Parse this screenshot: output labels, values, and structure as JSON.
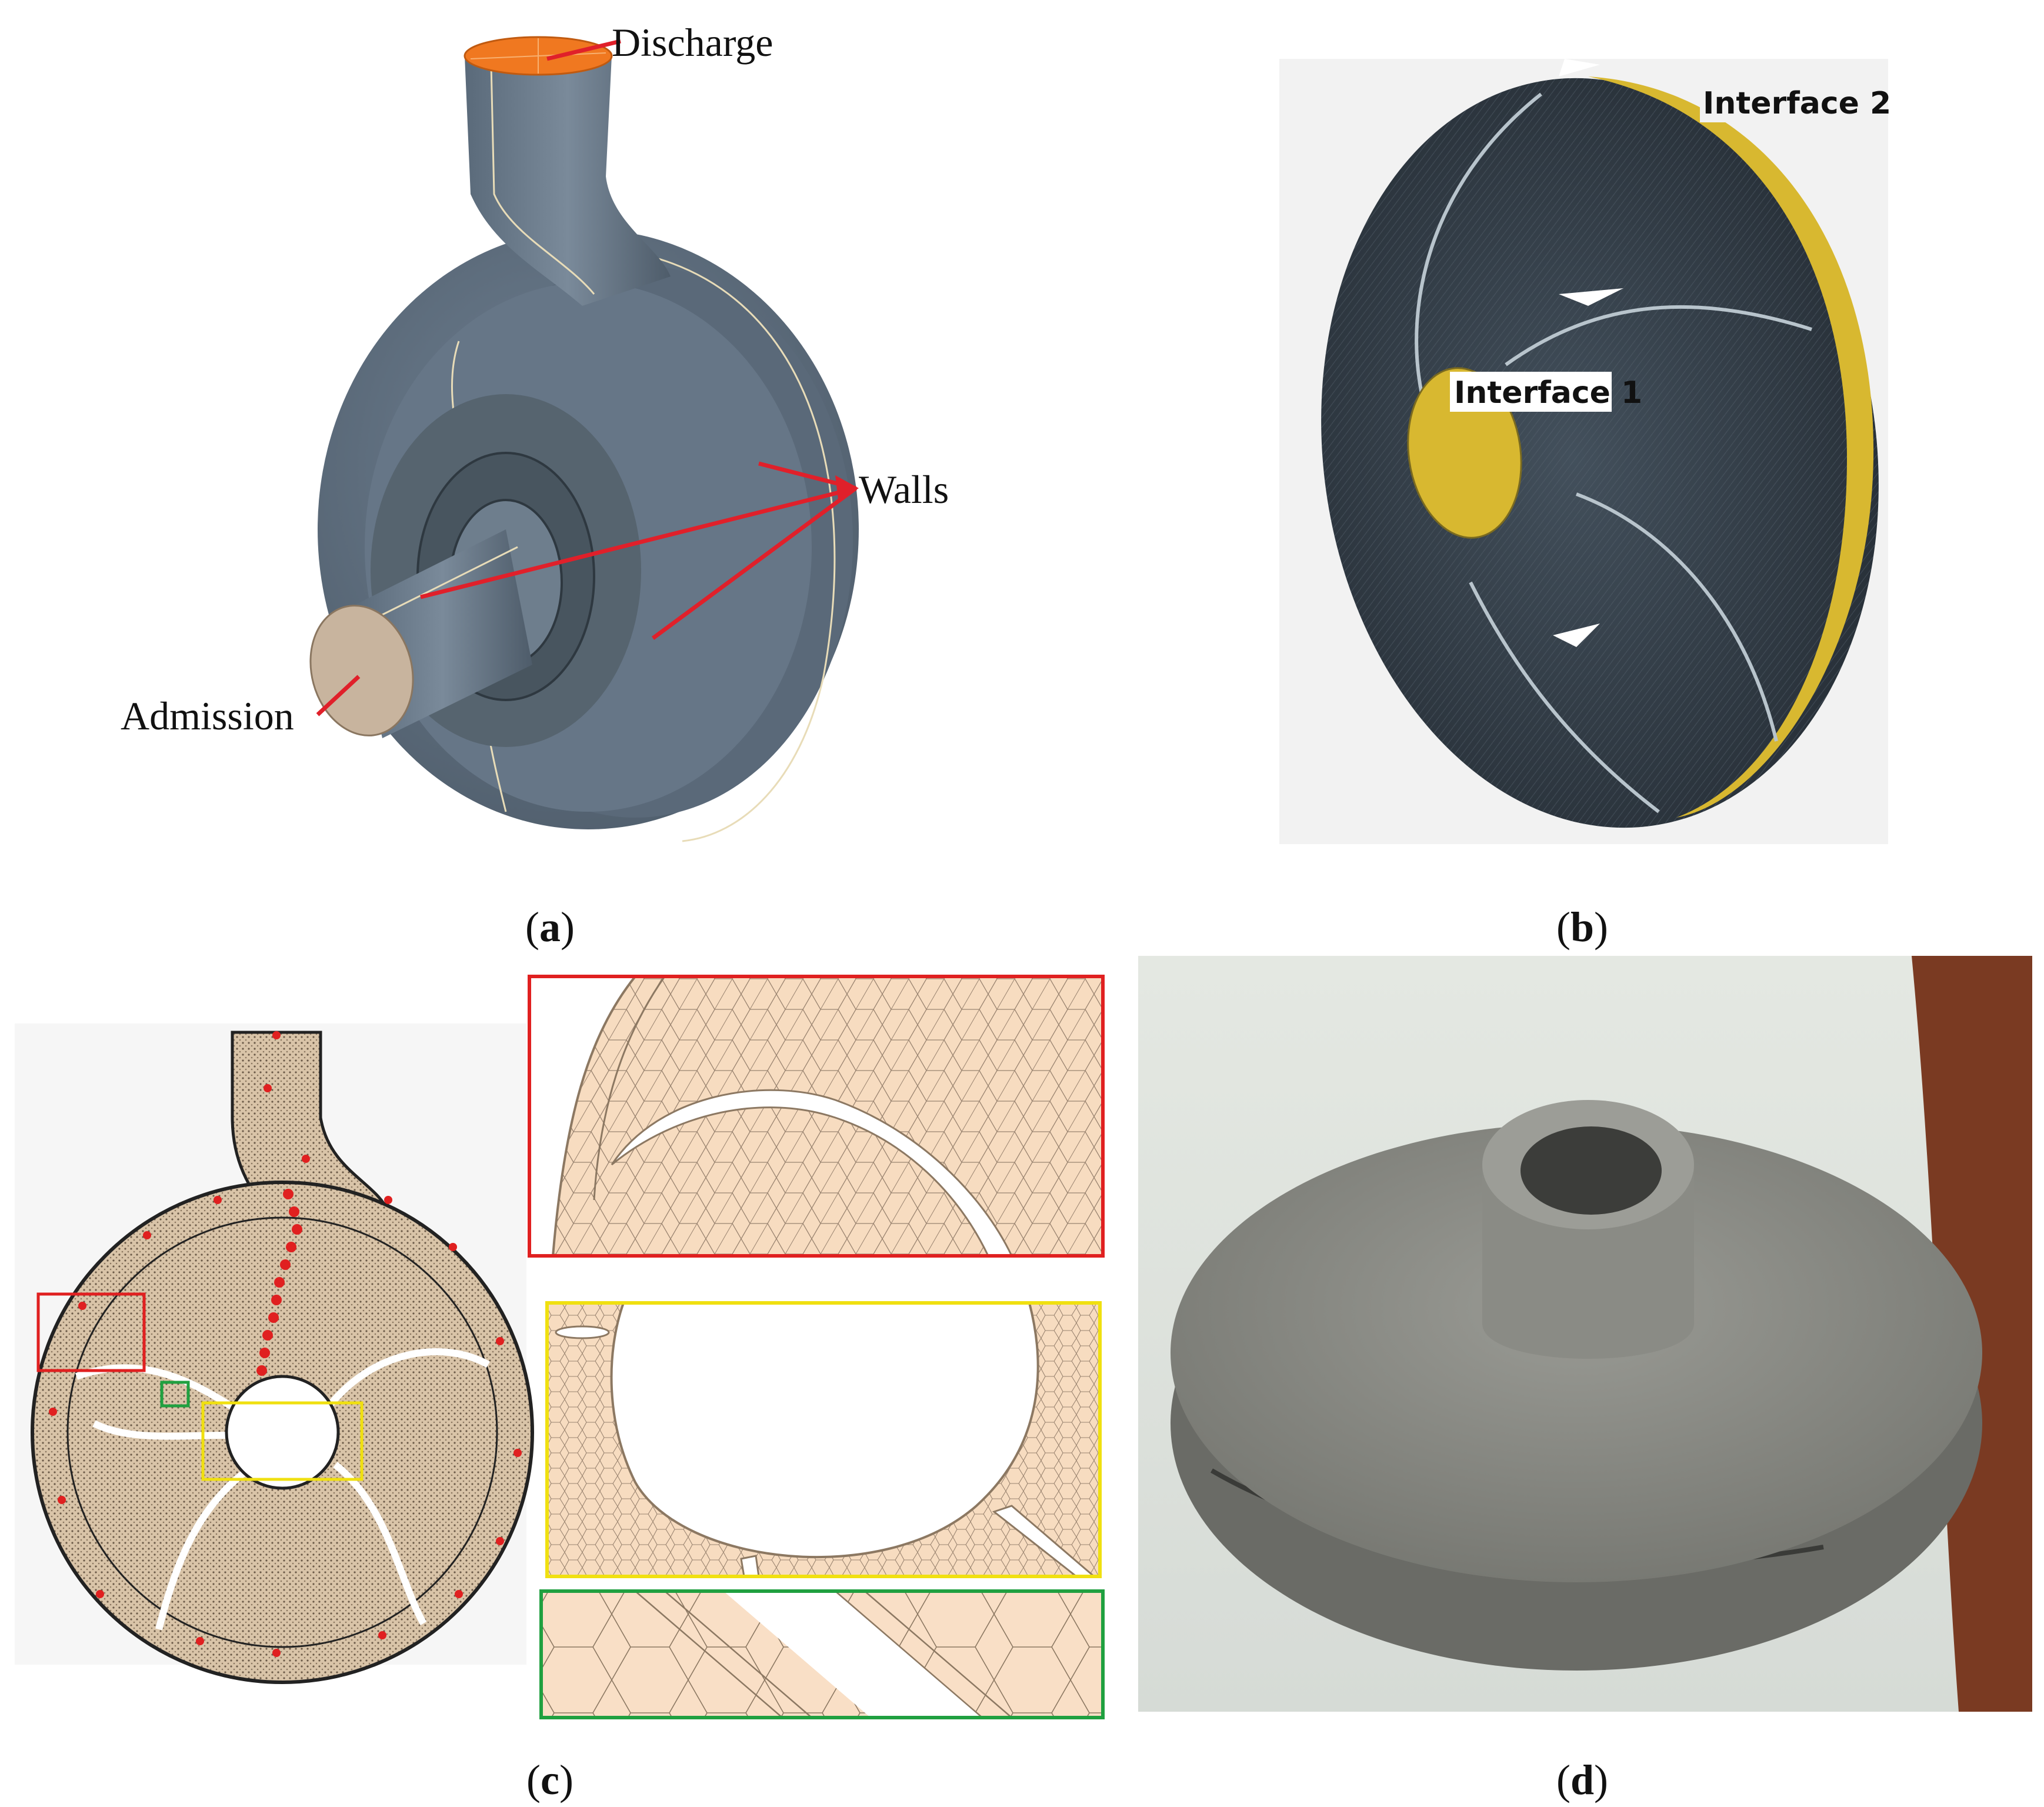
{
  "panel_a": {
    "caption_letter": "a",
    "callouts": {
      "discharge": "Discharge",
      "walls": "Walls",
      "admission": "Admission"
    }
  },
  "panel_b": {
    "caption_letter": "b",
    "callouts": {
      "interface_1": "Interface 1",
      "interface_2": "Interface 2"
    }
  },
  "panel_c": {
    "caption_letter": "c"
  },
  "panel_d": {
    "caption_letter": "d"
  },
  "colors": {
    "pump_body": "#5f6f80",
    "pump_dark": "#4a5866",
    "discharge_face": "#f07820",
    "admission_face": "#c8b49e",
    "callout_line": "#e0202a",
    "impeller_mesh": "#2f3942",
    "interface_face": "#d8b830",
    "mesh_fill": "#f6dcc0",
    "mesh_dots": "#b8a288",
    "zoom_red": "#e02020",
    "zoom_yellow": "#f0e010",
    "zoom_green": "#20a040",
    "photo_bg": "#e8ebe6",
    "photo_wood": "#7a3a22",
    "printed_part": "#8d8e88"
  }
}
